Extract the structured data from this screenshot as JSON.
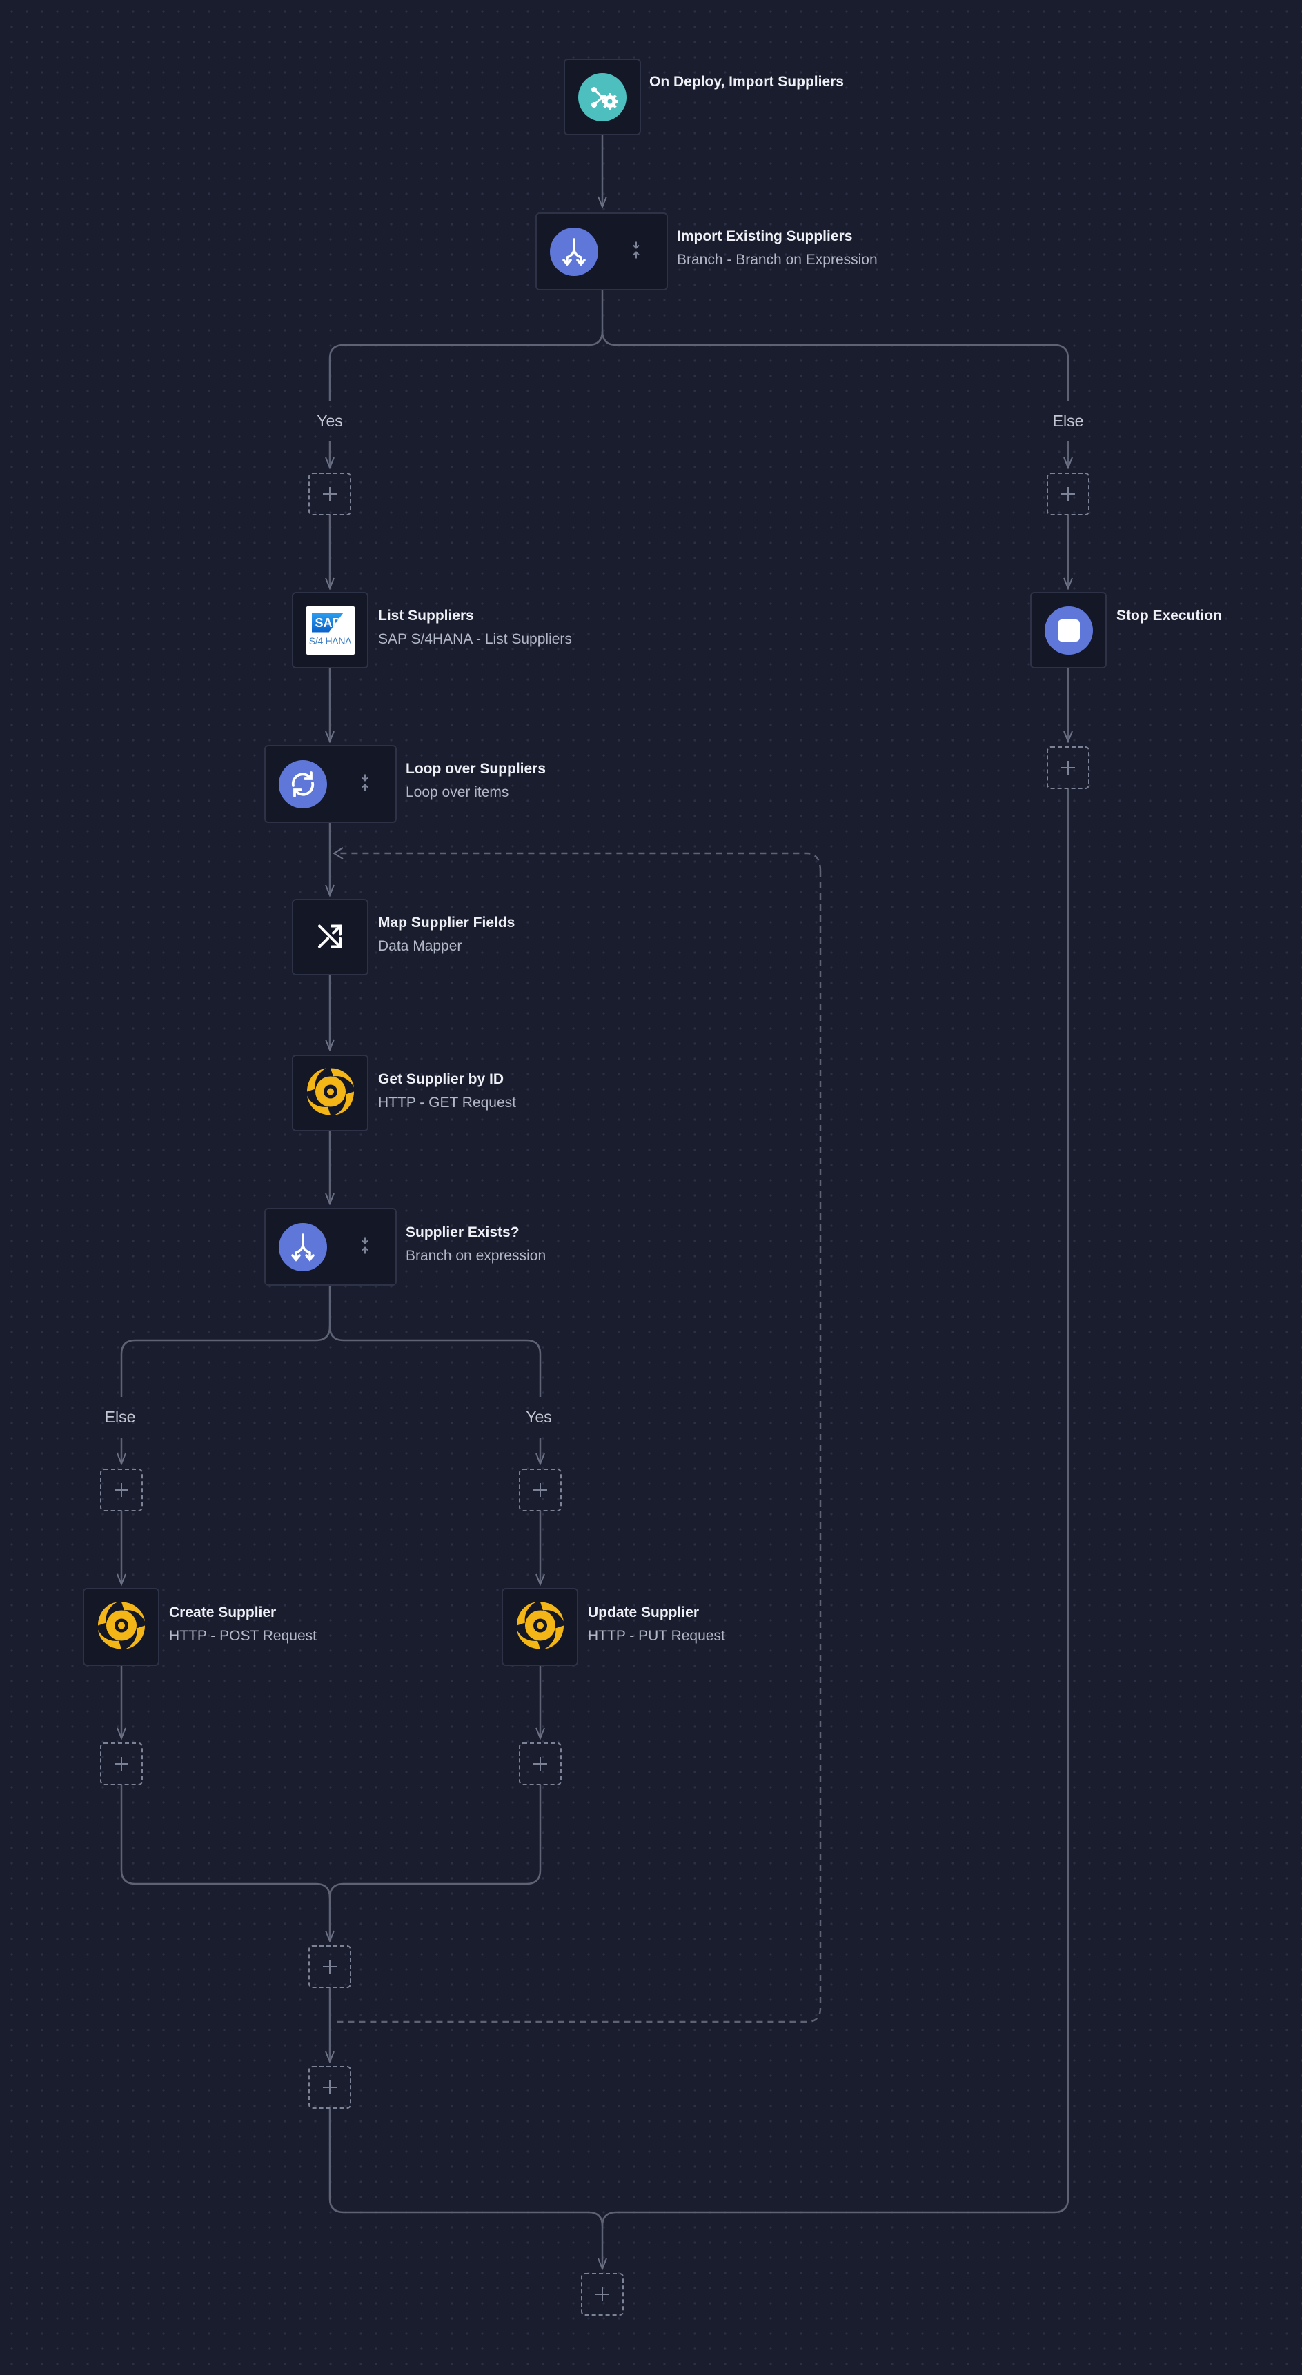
{
  "flow": {
    "trigger": {
      "title": "On Deploy, Import Suppliers",
      "icon": "deploy-gear-icon"
    },
    "branch_import": {
      "title": "Import Existing Suppliers",
      "subtitle": "Branch - Branch on Expression",
      "icon": "branch-icon"
    },
    "branch_import_labels": {
      "yes": "Yes",
      "else": "Else"
    },
    "list_suppliers": {
      "title": "List Suppliers",
      "subtitle": "SAP S/4HANA - List Suppliers",
      "icon": "sap-logo-icon",
      "logo_text": "SAP",
      "logo_caption": "S/4 HANA"
    },
    "stop_execution": {
      "title": "Stop Execution",
      "icon": "stop-icon"
    },
    "loop": {
      "title": "Loop over Suppliers",
      "subtitle": "Loop over items",
      "icon": "loop-icon"
    },
    "map_fields": {
      "title": "Map Supplier Fields",
      "subtitle": "Data Mapper",
      "icon": "shuffle-icon"
    },
    "get_supplier": {
      "title": "Get Supplier by ID",
      "subtitle": "HTTP - GET Request",
      "icon": "http-icon"
    },
    "supplier_exists": {
      "title": "Supplier Exists?",
      "subtitle": "Branch on expression",
      "icon": "branch-icon"
    },
    "supplier_exists_labels": {
      "else": "Else",
      "yes": "Yes"
    },
    "create_supplier": {
      "title": "Create Supplier",
      "subtitle": "HTTP - POST Request",
      "icon": "http-icon"
    },
    "update_supplier": {
      "title": "Update Supplier",
      "subtitle": "HTTP - PUT Request",
      "icon": "http-icon"
    }
  },
  "colors": {
    "background": "#1a1d2d",
    "node_background": "#141726",
    "connector": "#5d6275",
    "branch_blue": "#5f77d8",
    "trigger_teal": "#4ebfbf",
    "http_yellow": "#f3b616"
  }
}
